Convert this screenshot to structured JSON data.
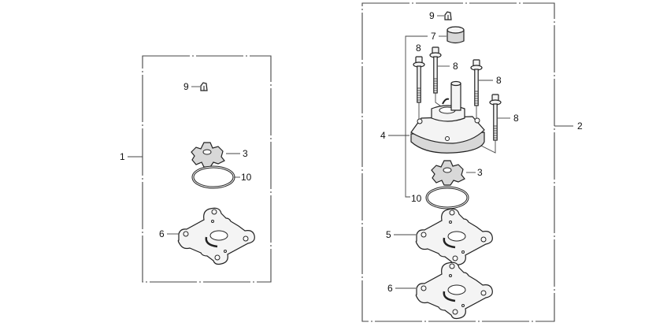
{
  "diagram": {
    "type": "exploded-parts-diagram",
    "colors": {
      "line": "#222222",
      "background": "#ffffff"
    },
    "kits": [
      {
        "ref": "1",
        "parts": [
          {
            "ref": "9"
          },
          {
            "ref": "3"
          },
          {
            "ref": "10"
          },
          {
            "ref": "6"
          }
        ]
      },
      {
        "ref": "2",
        "parts": [
          {
            "ref": "9"
          },
          {
            "ref": "7"
          },
          {
            "ref": "8a",
            "label": "8"
          },
          {
            "ref": "8b",
            "label": "8"
          },
          {
            "ref": "8c",
            "label": "8"
          },
          {
            "ref": "8d",
            "label": "8"
          },
          {
            "ref": "4"
          },
          {
            "ref": "3"
          },
          {
            "ref": "10"
          },
          {
            "ref": "5"
          },
          {
            "ref": "6"
          }
        ]
      }
    ],
    "labels": {
      "kit1": "1",
      "kit2": "2",
      "k1_p9": "9",
      "k1_p3": "3",
      "k1_p10": "10",
      "k1_p6": "6",
      "k2_p9": "9",
      "k2_p7": "7",
      "k2_p8a": "8",
      "k2_p8b": "8",
      "k2_p8c": "8",
      "k2_p8d": "8",
      "k2_p4": "4",
      "k2_p3": "3",
      "k2_p10": "10",
      "k2_p5": "5",
      "k2_p6": "6"
    }
  }
}
